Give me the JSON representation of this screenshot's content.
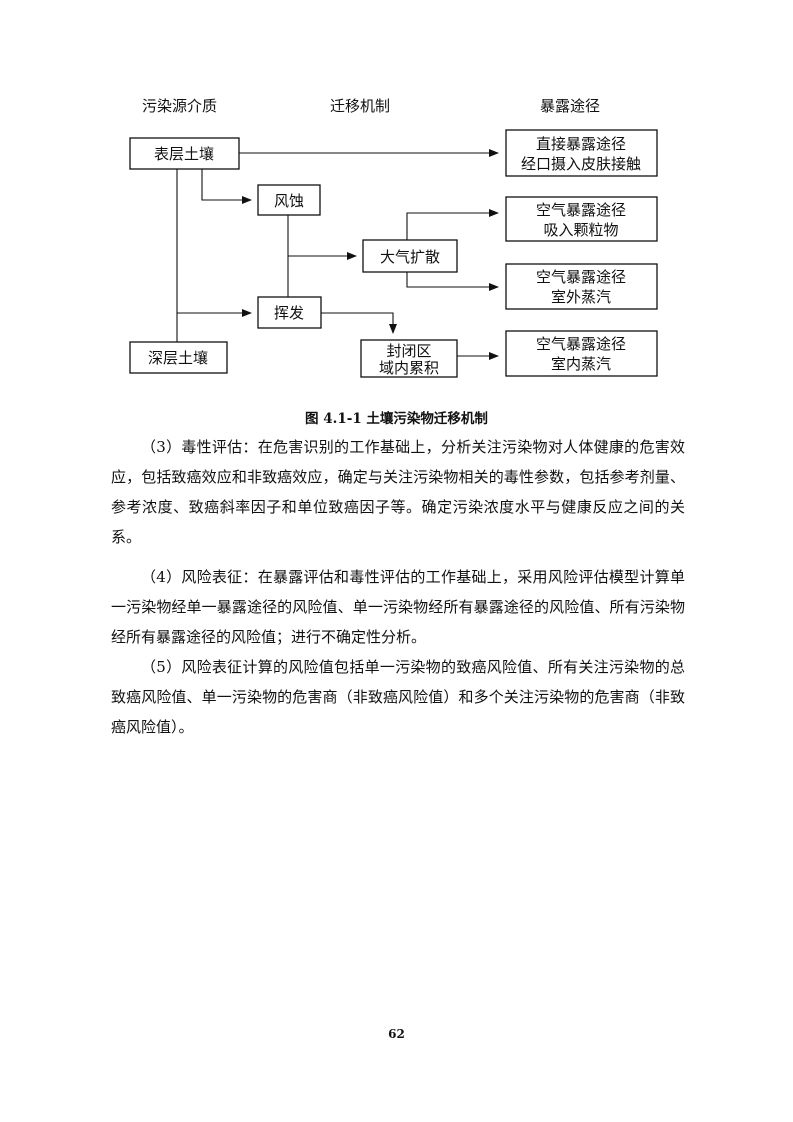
{
  "diagram": {
    "headers": {
      "source": "污染源介质",
      "mechanism": "迁移机制",
      "pathway": "暴露途径"
    },
    "boxes": {
      "surface_soil": "表层土壤",
      "deep_soil": "深层土壤",
      "wind_erosion": "风蚀",
      "volatilization": "挥发",
      "atmos_diffusion": "大气扩散",
      "enclosed_line1": "封闭区",
      "enclosed_line2": "域内累积",
      "direct_line1": "直接暴露途径",
      "direct_line2": "经口摄入皮肤接触",
      "air_particles_line1": "空气暴露途径",
      "air_particles_line2": "吸入颗粒物",
      "air_outdoor_line1": "空气暴露途径",
      "air_outdoor_line2": "室外蒸汽",
      "air_indoor_line1": "空气暴露途径",
      "air_indoor_line2": "室内蒸汽"
    }
  },
  "caption": "图 4.1-1  土壤污染物迁移机制",
  "paragraphs": {
    "p3": "（3）毒性评估：在危害识别的工作基础上，分析关注污染物对人体健康的危害效应，包括致癌效应和非致癌效应，确定与关注污染物相关的毒性参数，包括参考剂量、参考浓度、致癌斜率因子和单位致癌因子等。确定污染浓度水平与健康反应之间的关系。",
    "p4": "（4）风险表征：在暴露评估和毒性评估的工作基础上，采用风险评估模型计算单一污染物经单一暴露途径的风险值、单一污染物经所有暴露途径的风险值、所有污染物经所有暴露途径的风险值；进行不确定性分析。",
    "p5": "（5）风险表征计算的风险值包括单一污染物的致癌风险值、所有关注污染物的总致癌风险值、单一污染物的危害商（非致癌风险值）和多个关注污染物的危害商（非致癌风险值）。"
  },
  "page_number": "62"
}
